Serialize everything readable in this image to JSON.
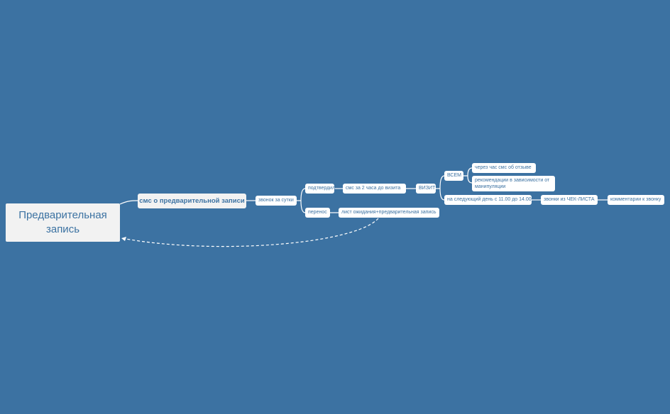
{
  "colors": {
    "background": "#3c72a2",
    "node": "#ffffff",
    "line": "#ffffff",
    "text": "#3c72a2"
  },
  "mindmap": {
    "root": "Предварительная запись",
    "sms_pre": "смс о предварительной записи",
    "call_day": "звонок за сутки",
    "confirmed": "подтвердил",
    "sms_2h": "смс за 2 часа до визита",
    "visit": "ВИЗИТ",
    "all": "ВСЕМ",
    "sms_review": "через час смс об отзыве",
    "recommendations": "рекомендации в зависимости от манипуляции",
    "next_day": "на следующий день с 11.00 до 14.00",
    "checklist_calls": "звонки из ЧЕК-ЛИСТА",
    "call_comments": "комментарии к звонку",
    "reschedule": "перенос",
    "waitlist": "лист ожидания+предварительная запись"
  }
}
